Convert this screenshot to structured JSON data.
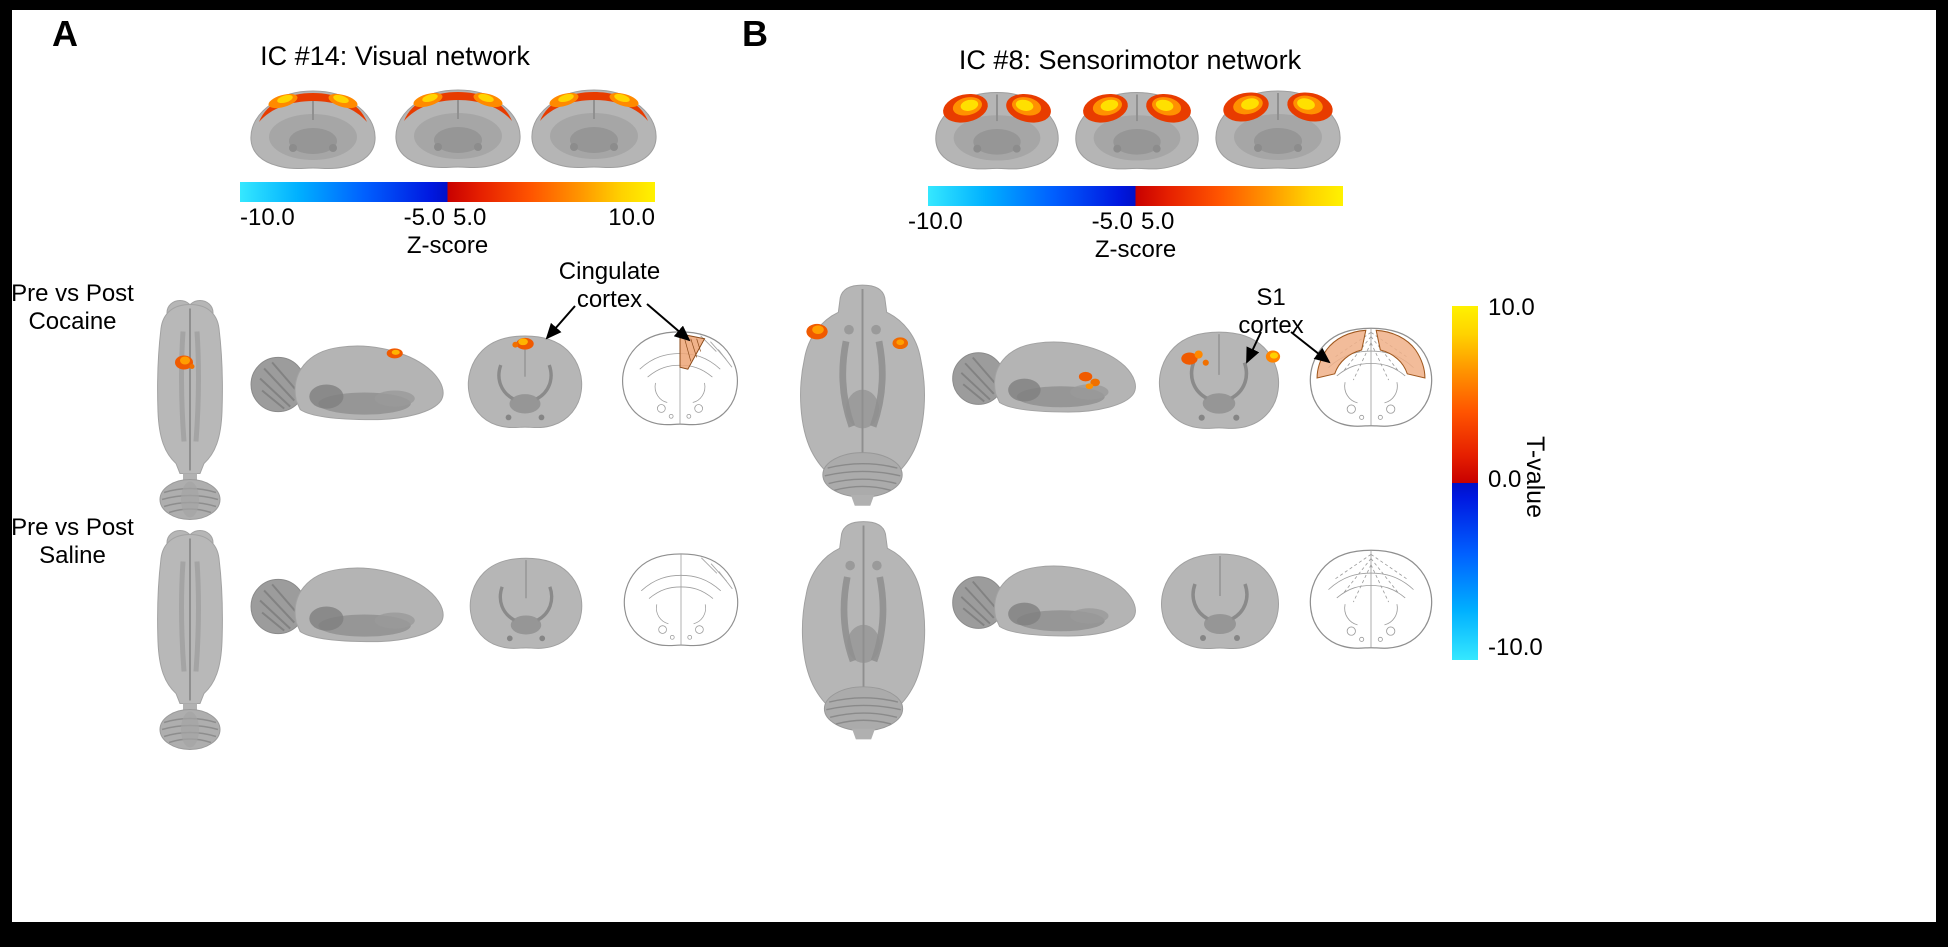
{
  "colors": {
    "background_frame": "#000000",
    "panel_background": "#ffffff",
    "activation_hot": "#e83c00",
    "activation_mid": "#ff9100",
    "activation_peak": "#ffd400",
    "atlas_highlight_fill": "#f0b088",
    "colorbar_cold_end": "#35e8ff",
    "colorbar_warm_end": "#fff200"
  },
  "panel_a": {
    "label": "A",
    "title": "IC #14: Visual network",
    "colorbar": {
      "min": "-10.0",
      "neg_mid": "-5.0",
      "pos_mid": "5.0",
      "max": "10.0",
      "axis": "Z-score"
    },
    "rows": [
      {
        "line1": "Pre vs Post",
        "line2": "Cocaine"
      },
      {
        "line1": "Pre vs Post",
        "line2": "Saline"
      }
    ],
    "annotation": {
      "line1": "Cingulate",
      "line2": "cortex"
    }
  },
  "panel_b": {
    "label": "B",
    "title": "IC #8: Sensorimotor network",
    "colorbar": {
      "min": "-10.0",
      "neg_mid": "-5.0",
      "pos_mid": "5.0",
      "axis": "Z-score"
    },
    "annotation": {
      "line1": "S1",
      "line2": "cortex"
    },
    "tbar": {
      "max": "10.0",
      "mid": "0.0",
      "min": "-10.0",
      "axis": "T-value"
    }
  }
}
